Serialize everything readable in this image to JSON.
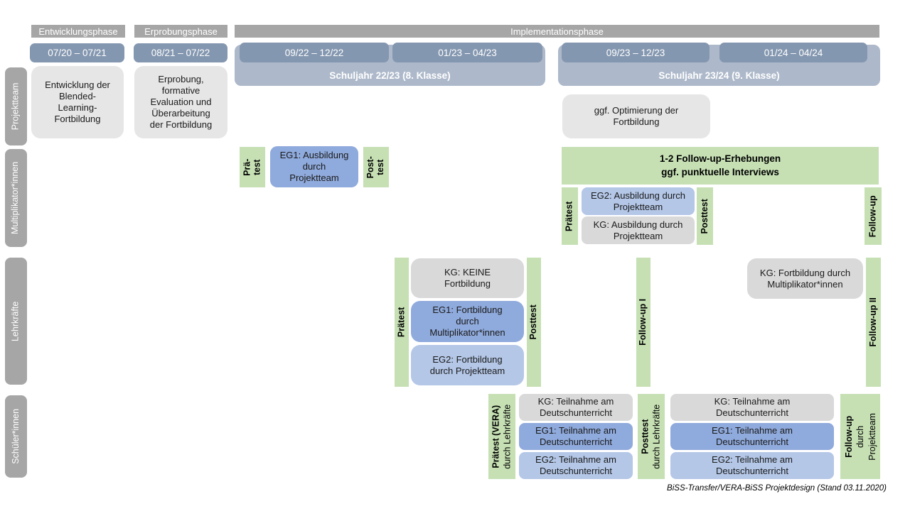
{
  "title": "BiSS-Transfer/VERA-BiSS Projektdesign",
  "phases": {
    "entwicklung": "Entwicklungsphase",
    "erprobung": "Erprobungsphase",
    "implementation": "Implementationsphase"
  },
  "dates": {
    "d1": "07/20 – 07/21",
    "d2": "08/21 – 07/22",
    "d3": "09/22 – 12/22",
    "d4": "01/23 – 04/23",
    "d5": "09/23 – 12/23",
    "d6": "01/24 – 04/24"
  },
  "school_years": {
    "sy2223": "Schuljahr 22/23 (8. Klasse)",
    "sy2324": "Schuljahr 23/24 (9. Klasse)"
  },
  "rows": {
    "projektteam": "Projektteam",
    "multiplikator": "Multiplikator*innen",
    "lehrkraefte": "Lehrkräfte",
    "schueler": "Schüler*innen"
  },
  "projektteam": {
    "entwicklung_box": "Entwicklung der\nBlended-\nLearning-\nFortbildung",
    "erprobung_box": "Erprobung,\nformative\nEvaluation und\nÜberarbeitung\nder Fortbildung",
    "optimierung_box": "ggf. Optimierung der\nFortbildung"
  },
  "multiplikator": {
    "praetest_small": "Prä-\ntest",
    "eg1_ausbildung": "EG1: Ausbildung\ndurch\nProjektteam",
    "posttest_small": "Post-\ntest",
    "followup_bar": "1-2 Follow-up-Erhebungen\nggf. punktuelle Interviews",
    "praetest": "Prätest",
    "eg2_ausbildung": "EG2: Ausbildung durch\nProjektteam",
    "kg_ausbildung": "KG: Ausbildung durch\nProjektteam",
    "posttest": "Posttest",
    "followup": "Follow-up"
  },
  "lehrkraefte": {
    "praetest": "Prätest",
    "kg_keine": "KG: KEINE\nFortbildung",
    "eg1_fortbildung": "EG1: Fortbildung\ndurch\nMultiplikator*innen",
    "eg2_fortbildung": "EG2: Fortbildung\ndurch Projektteam",
    "posttest": "Posttest",
    "followup1": "Follow-up I",
    "kg_fortbildung": "KG: Fortbildung durch\nMultiplikator*innen",
    "followup2": "Follow-up II"
  },
  "schueler": {
    "praetest_label": "Prätest (VERA)",
    "praetest_sub": "durch Lehrkräfte",
    "kg_teilnahme1": "KG: Teilnahme am\nDeutschunterricht",
    "eg1_teilnahme1": "EG1: Teilnahme am\nDeutschunterricht",
    "eg2_teilnahme1": "EG2: Teilnahme am\nDeutschunterricht",
    "posttest_label": "Posttest",
    "posttest_sub": "durch Lehrkräfte",
    "kg_teilnahme2": "KG: Teilnahme am\nDeutschunterricht",
    "eg1_teilnahme2": "EG1: Teilnahme am\nDeutschunterricht",
    "eg2_teilnahme2": "EG2: Teilnahme am\nDeutschunterricht",
    "followup_label": "Follow-up",
    "followup_sub1": "durch",
    "followup_sub2": "Projektteam"
  },
  "footer": "BiSS-Transfer/VERA-BiSS Projektdesign (Stand 03.11.2020)",
  "colors": {
    "phase_gray": "#A6A6A6",
    "date_blue": "#8497B0",
    "year_blue": "#ADB9CA",
    "box_lightgray": "#E7E6E6",
    "kg_gray": "#D9D9D9",
    "eg1_blue": "#8FAADC",
    "eg2_blue": "#B4C7E7",
    "green": "#C6E0B4"
  }
}
